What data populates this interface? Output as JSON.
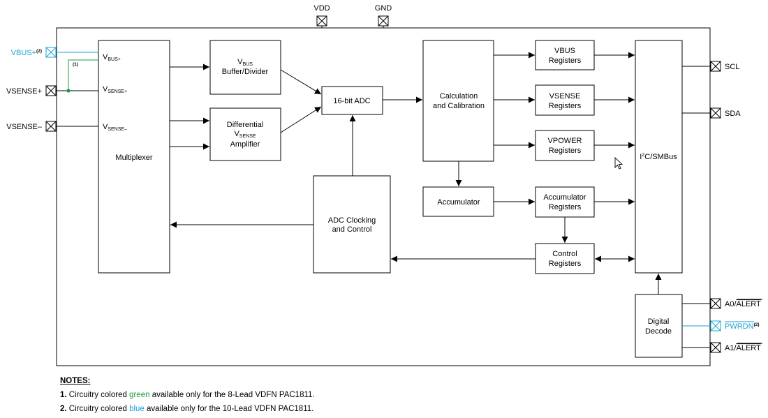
{
  "colors": {
    "line": "#000000",
    "green": "#1a9c3c",
    "blue": "#1aa3d6"
  },
  "pins": {
    "vdd": "VDD",
    "gnd": "GND",
    "vbus_plus": "VBUS+",
    "vbus_plus_note": "(2)",
    "vsense_plus": "VSENSE+",
    "vsense_minus": "VSENSE–",
    "scl": "SCL",
    "sda": "SDA",
    "a0_prefix": "A0/",
    "a0_alert": "ALERT",
    "pwrdn": "PWRDN",
    "pwrdn_note": "(2)",
    "a1_prefix": "A1/",
    "a1_alert": "ALERT"
  },
  "green_note": "(1)",
  "mux": {
    "label": "Multiplexer",
    "in1_main": "V",
    "in1_sub": "BUS+",
    "in2_main": "V",
    "in2_sub": "SENSE+",
    "in3_main": "V",
    "in3_sub": "SENSE–"
  },
  "blocks": {
    "vbus_buffer_l1_main": "V",
    "vbus_buffer_l1_sub": "BUS",
    "vbus_buffer_l2": "Buffer/Divider",
    "diff_amp_l1": "Differential",
    "diff_amp_l2_main": "V",
    "diff_amp_l2_sub": "SENSE",
    "diff_amp_l3": "Amplifier",
    "adc": "16-bit ADC",
    "adc_clock_l1": "ADC Clocking",
    "adc_clock_l2": "and Control",
    "calc_l1": "Calculation",
    "calc_l2": "and Calibration",
    "accumulator": "Accumulator",
    "vbus_reg_l1": "VBUS",
    "vbus_reg_l2": "Registers",
    "vsense_reg_l1": "VSENSE",
    "vsense_reg_l2": "Registers",
    "vpower_reg_l1": "VPOWER",
    "vpower_reg_l2": "Registers",
    "acc_reg_l1": "Accumulator",
    "acc_reg_l2": "Registers",
    "ctrl_reg_l1": "Control",
    "ctrl_reg_l2": "Registers",
    "i2c_pre": "I",
    "i2c_sup": "2",
    "i2c_post": "C/SMBus",
    "decode_l1": "Digital",
    "decode_l2": "Decode"
  },
  "notes": {
    "header": "NOTES:",
    "n1_num": "1.",
    "n1_pre": "Circuitry colored",
    "n1_color": "green",
    "n1_post": "available only for the 8-Lead VDFN PAC1811.",
    "n2_num": "2.",
    "n2_pre": "Circuitry colored",
    "n2_color": "blue",
    "n2_post": "available only for the 10-Lead VDFN PAC1811."
  }
}
